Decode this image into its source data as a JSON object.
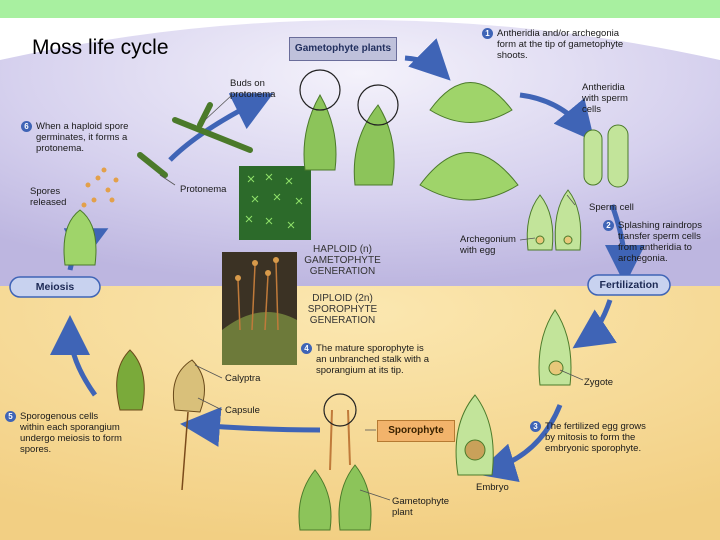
{
  "slide": {
    "title": "Moss life cycle"
  },
  "colors": {
    "top_bar": "#a8f0a0",
    "haploid_bg": "#c9c3e6",
    "diploid_bg": "#f4d590",
    "arrow": "#3f64b6",
    "plant_green": "#7cb84a"
  },
  "boxes": {
    "gametophyte_plants": "Gametophyte plants",
    "sporophyte": "Sporophyte"
  },
  "pills": {
    "meiosis": "Meiosis",
    "fertilization": "Fertilization"
  },
  "generations": {
    "haploid": [
      "HAPLOID (n)",
      "GAMETOPHYTE",
      "GENERATION"
    ],
    "diploid": [
      "DIPLOID (2n)",
      "SPOROPHYTE",
      "GENERATION"
    ]
  },
  "steps": [
    {
      "n": "1",
      "lines": [
        "Antheridia and/or archegonia",
        "form at the tip of gametophyte",
        "shoots."
      ]
    },
    {
      "n": "2",
      "lines": [
        "Splashing raindrops",
        "transfer sperm cells",
        "from antheridia to",
        "archegonia."
      ]
    },
    {
      "n": "3",
      "lines": [
        "The fertilized egg grows",
        "by mitosis to form the",
        "embryonic sporophyte."
      ]
    },
    {
      "n": "4",
      "lines": [
        "The mature sporophyte is",
        "an unbranched stalk with a",
        "sporangium at its tip."
      ]
    },
    {
      "n": "5",
      "lines": [
        "Sporogenous cells",
        "within each sporangium",
        "undergo meiosis to form",
        "spores."
      ]
    },
    {
      "n": "6",
      "lines": [
        "When a haploid spore",
        "germinates, it forms a",
        "protonema."
      ]
    }
  ],
  "labels": {
    "buds": [
      "Buds on",
      "protonema"
    ],
    "antheridia": [
      "Antheridia",
      "with sperm",
      "cells"
    ],
    "sperm_cell": "Sperm cell",
    "archegonium": [
      "Archegonium",
      "with egg"
    ],
    "protonema": "Protonema",
    "spores_released": [
      "Spores",
      "released"
    ],
    "zygote": "Zygote",
    "calyptra": "Calyptra",
    "capsule": "Capsule",
    "embryo": "Embryo",
    "gametophyte_plant": [
      "Gametophyte",
      "plant"
    ]
  }
}
